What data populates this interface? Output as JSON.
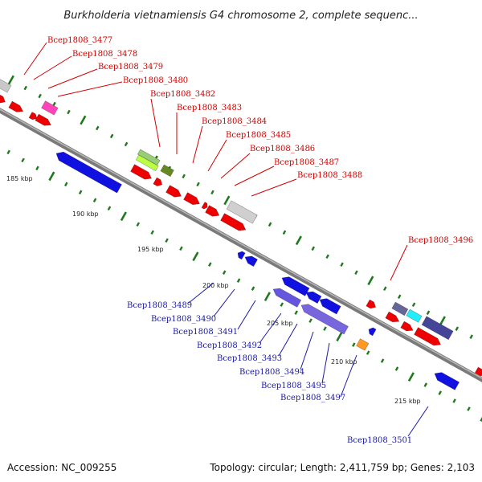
{
  "title": "Burkholderia vietnamiensis G4 chromosome 2, complete sequenc...",
  "footer": {
    "accession": "Accession: NC_009255",
    "topology": "Topology: circular; Length: 2,411,759 bp; Genes: 2,103"
  },
  "colors": {
    "forward_gene": "#ee0000",
    "reverse_gene": "#1010e0",
    "backbone": "#888888",
    "tick": "#1e7a1e",
    "label_red": "#d40000",
    "label_blue": "#1a1aa8"
  },
  "kbp_labels": [
    "185 kbp",
    "190 kbp",
    "195 kbp",
    "200 kbp",
    "205 kbp",
    "210 kbp",
    "215 kbp"
  ],
  "genes_top": [
    "Bcep1808_3477",
    "Bcep1808_3478",
    "Bcep1808_3479",
    "Bcep1808_3480",
    "Bcep1808_3482",
    "Bcep1808_3483",
    "Bcep1808_3484",
    "Bcep1808_3485",
    "Bcep1808_3486",
    "Bcep1808_3487",
    "Bcep1808_3488",
    "Bcep1808_3496"
  ],
  "genes_bottom": [
    "Bcep1808_3489",
    "Bcep1808_3490",
    "Bcep1808_3491",
    "Bcep1808_3492",
    "Bcep1808_3493",
    "Bcep1808_3494",
    "Bcep1808_3495",
    "Bcep1808_3497",
    "Bcep1808_3501"
  ]
}
